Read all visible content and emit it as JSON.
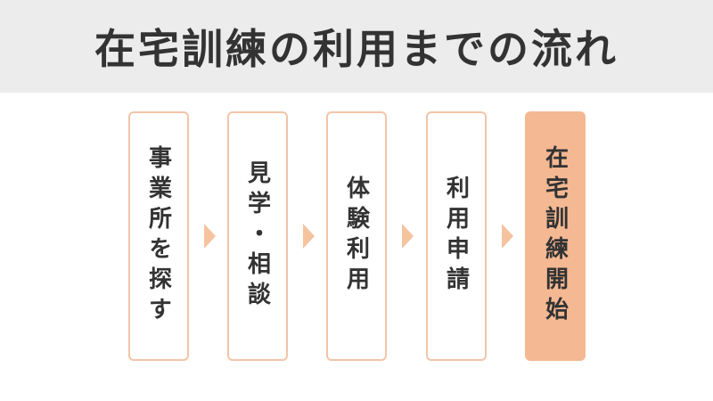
{
  "header": {
    "title": "在宅訓練の利用までの流れ"
  },
  "flow": {
    "steps": [
      {
        "label": "事業所を探す"
      },
      {
        "label": "見学・相談"
      },
      {
        "label": "体験利用"
      },
      {
        "label": "利用申請"
      },
      {
        "label": "在宅訓練開始"
      }
    ]
  },
  "colors": {
    "header_background": "#ececec",
    "box_border": "#f2c4a8",
    "active_box": "#f4b893",
    "arrow": "#f6c39f",
    "text": "#333333"
  }
}
